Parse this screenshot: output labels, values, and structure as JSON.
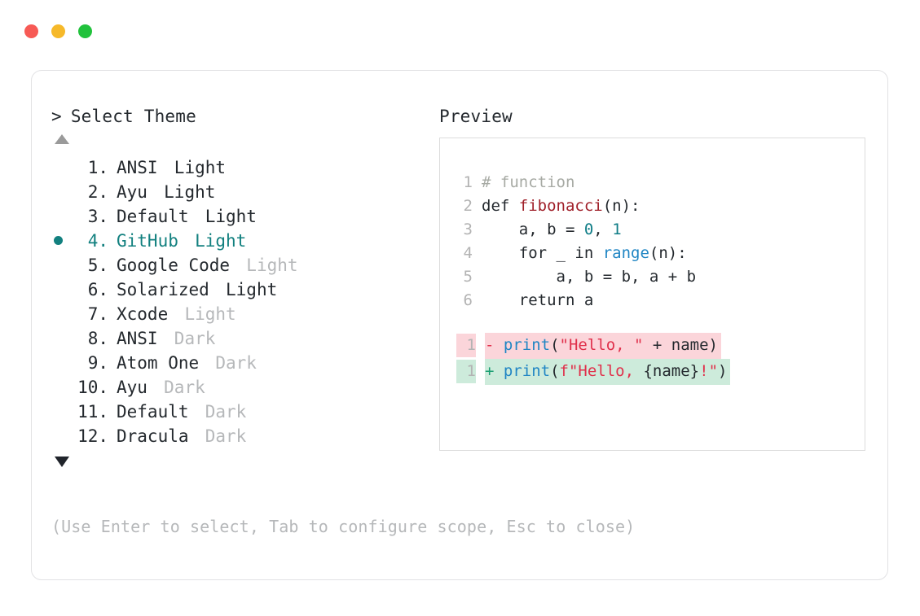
{
  "window": {
    "controls": [
      {
        "name": "close-button",
        "color": "#f75a55"
      },
      {
        "name": "minimize-button",
        "color": "#f6b92a"
      },
      {
        "name": "maximize-button",
        "color": "#21c23c"
      }
    ]
  },
  "prompt": {
    "caret": ">",
    "title": "Select Theme"
  },
  "scroll": {
    "up_icon": "triangle-up",
    "down_icon": "triangle-down"
  },
  "selection": {
    "selected_index": 4,
    "accent_color": "#12807f",
    "bullet_glyph": "●"
  },
  "themes": [
    {
      "index": "1.",
      "name": "ANSI",
      "suffix": "Light",
      "suffix_muted": false,
      "selected": false
    },
    {
      "index": "2.",
      "name": "Ayu",
      "suffix": "Light",
      "suffix_muted": false,
      "selected": false
    },
    {
      "index": "3.",
      "name": "Default",
      "suffix": "Light",
      "suffix_muted": false,
      "selected": false
    },
    {
      "index": "4.",
      "name": "GitHub",
      "suffix": "Light",
      "suffix_muted": false,
      "selected": true
    },
    {
      "index": "5.",
      "name": "Google Code",
      "suffix": "Light",
      "suffix_muted": true,
      "selected": false
    },
    {
      "index": "6.",
      "name": "Solarized",
      "suffix": "Light",
      "suffix_muted": false,
      "selected": false
    },
    {
      "index": "7.",
      "name": "Xcode",
      "suffix": "Light",
      "suffix_muted": true,
      "selected": false
    },
    {
      "index": "8.",
      "name": "ANSI",
      "suffix": "Dark",
      "suffix_muted": true,
      "selected": false
    },
    {
      "index": "9.",
      "name": "Atom One",
      "suffix": "Dark",
      "suffix_muted": true,
      "selected": false
    },
    {
      "index": "10.",
      "name": "Ayu",
      "suffix": "Dark",
      "suffix_muted": true,
      "selected": false
    },
    {
      "index": "11.",
      "name": "Default",
      "suffix": "Dark",
      "suffix_muted": true,
      "selected": false
    },
    {
      "index": "12.",
      "name": "Dracula",
      "suffix": "Dark",
      "suffix_muted": true,
      "selected": false
    }
  ],
  "preview": {
    "label": "Preview",
    "code_lines": [
      {
        "ln": "1",
        "tokens": [
          {
            "t": "# function",
            "c": "comment"
          }
        ]
      },
      {
        "ln": "2",
        "tokens": [
          {
            "t": "def ",
            "c": "keyword"
          },
          {
            "t": "fibonacci",
            "c": "func"
          },
          {
            "t": "(n):",
            "c": "punct"
          }
        ]
      },
      {
        "ln": "3",
        "tokens": [
          {
            "t": "    a, b = ",
            "c": "plain"
          },
          {
            "t": "0",
            "c": "number"
          },
          {
            "t": ", ",
            "c": "plain"
          },
          {
            "t": "1",
            "c": "number"
          }
        ]
      },
      {
        "ln": "4",
        "tokens": [
          {
            "t": "    for _ in ",
            "c": "plain"
          },
          {
            "t": "range",
            "c": "builtin"
          },
          {
            "t": "(n):",
            "c": "punct"
          }
        ]
      },
      {
        "ln": "5",
        "tokens": [
          {
            "t": "        a, b = b, a + b",
            "c": "plain"
          }
        ]
      },
      {
        "ln": "6",
        "tokens": [
          {
            "t": "    return a",
            "c": "plain"
          }
        ]
      }
    ],
    "diff_lines": [
      {
        "ln": "1",
        "kind": "del",
        "sign": "-",
        "bg": "#fbd5da",
        "tokens": [
          {
            "t": "print",
            "c": "builtin"
          },
          {
            "t": "(",
            "c": "punct"
          },
          {
            "t": "\"Hello, \"",
            "c": "string"
          },
          {
            "t": " + name)",
            "c": "plain"
          }
        ]
      },
      {
        "ln": "1",
        "kind": "add",
        "sign": "+",
        "bg": "#cdebdb",
        "tokens": [
          {
            "t": "print",
            "c": "builtin"
          },
          {
            "t": "(",
            "c": "punct"
          },
          {
            "t": "f\"Hello, ",
            "c": "string"
          },
          {
            "t": "{name}",
            "c": "plain"
          },
          {
            "t": "!\"",
            "c": "string"
          },
          {
            "t": ")",
            "c": "punct"
          }
        ]
      }
    ]
  },
  "footer": {
    "hint": "(Use Enter to select, Tab to configure scope, Esc to close)"
  }
}
